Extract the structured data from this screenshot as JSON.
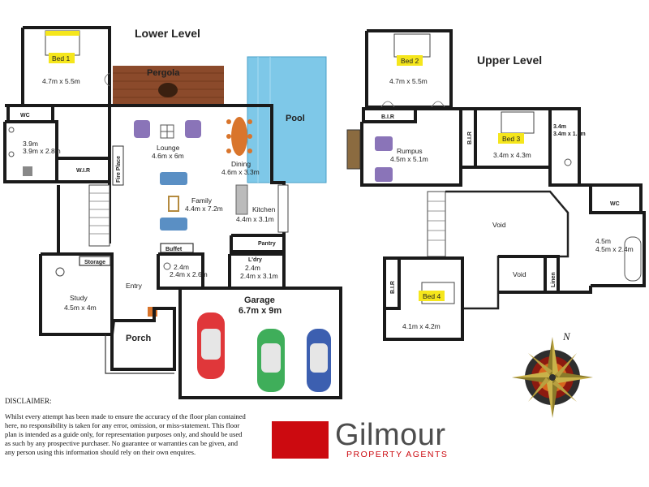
{
  "levels": {
    "lower": "Lower Level",
    "upper": "Upper Level"
  },
  "rooms": {
    "bed1": {
      "name": "Bed 1",
      "size": "4.7m x 5.5m"
    },
    "pergola": "Pergola",
    "pool": "Pool",
    "wc_lower": "WC",
    "bath_lower": "3.9m x 2.8m",
    "wir": "W.I.R",
    "fireplace": "Fire Place",
    "lounge": {
      "name": "Lounge",
      "size": "4.6m x 6m"
    },
    "dining": {
      "name": "Dining",
      "size": "4.6m x 3.3m"
    },
    "family": {
      "name": "Family",
      "size": "4.4m x 7.2m"
    },
    "kitchen": {
      "name": "Kitchen",
      "size": "4.4m x 3.1m"
    },
    "pantry": "Pantry",
    "buffet": "Buffet",
    "bath2": "2.4m x 2.6m",
    "ldry": {
      "name": "L'dry",
      "size": "2.4m x 3.1m"
    },
    "storage": "Storage",
    "study": {
      "name": "Study",
      "size": "4.5m x 4m"
    },
    "entry": "Entry",
    "porch": "Porch",
    "garage": {
      "name": "Garage",
      "size": "6.7m x 9m"
    },
    "bed2": {
      "name": "Bed 2",
      "size": "4.7m x 5.5m"
    },
    "bir_top": "B.I.R",
    "bir_side": "B.I.R",
    "bir_bed4": "B.I.R",
    "rumpus": {
      "name": "Rumpus",
      "size": "4.5m x 5.1m"
    },
    "bed3": {
      "name": "Bed 3",
      "size": "3.4m x 4.3m"
    },
    "ens3": "3.4m x 1.5m",
    "wc_upper": "WC",
    "bath_upper": "4.5m x 2.4m",
    "void_big": "Void",
    "void_small": "Void",
    "linen": "Linen",
    "bed4": {
      "name": "Bed 4",
      "size": "4.1m x 4.2m"
    }
  },
  "compass": {
    "label": "N"
  },
  "disclaimer": {
    "heading": "DISCLAIMER:",
    "body": "Whilst every attempt has been made to ensure the accuracy of the floor plan contained here, no responsibility is taken for any error, omission, or miss-statement. This floor plan is intended as a guide only, for representation purposes only, and should be used as such by any prospective purchaser. No guarantee or warranties can be given, and any person using this information should rely on their own enquires."
  },
  "brand": {
    "name": "Gilmour",
    "tagline": "PROPERTY AGENTS"
  },
  "colors": {
    "bed_label": "#f5e61c",
    "pool": "#7ec8e8",
    "pergola": "#8b4a2b",
    "sofa": "#8a74b8",
    "family_sofa": "#5a8fc4",
    "dining_table": "#d9752c",
    "car_red": "#e0373a",
    "car_green": "#3fae5a",
    "car_blue": "#3c5fb0",
    "brand_red": "#cc0a10"
  }
}
